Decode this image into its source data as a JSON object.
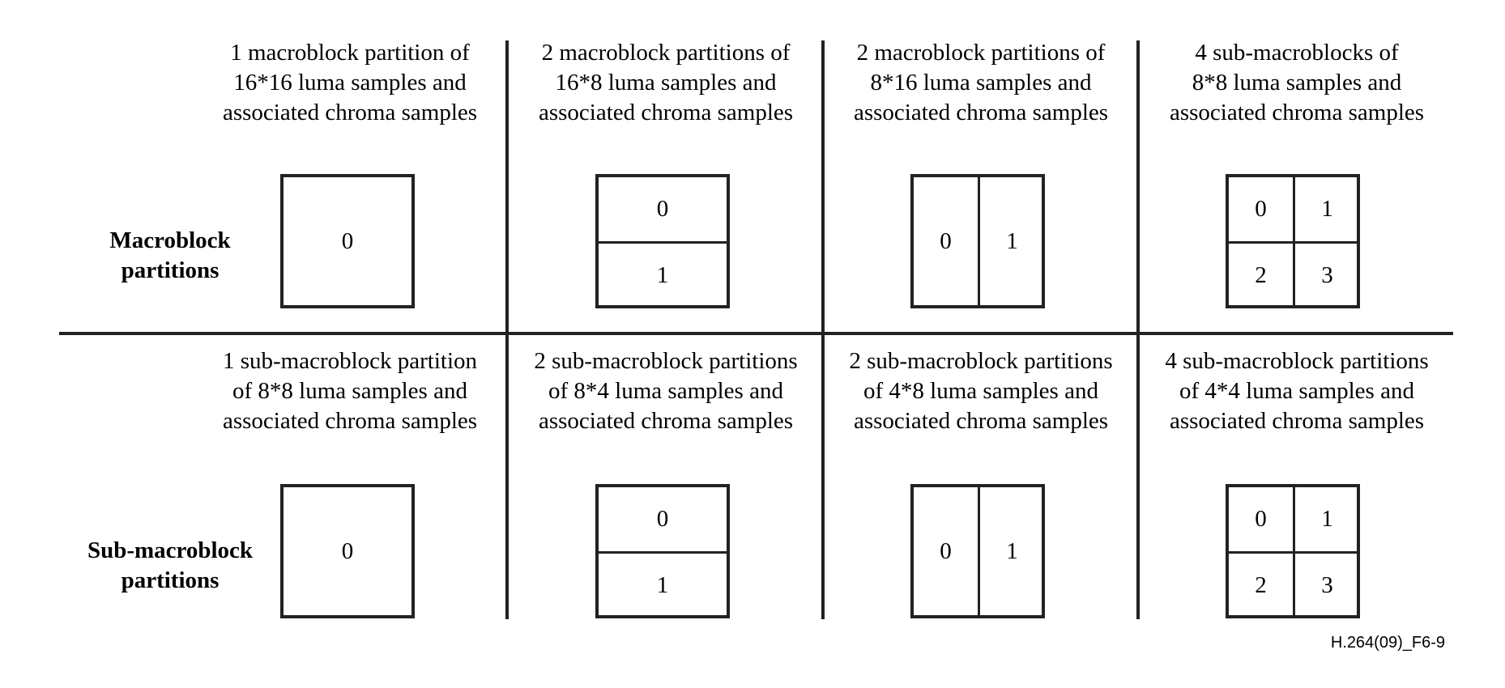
{
  "macroblock_row": {
    "label": [
      "Macroblock",
      "partitions"
    ],
    "columns": [
      {
        "caption": [
          "1 macroblock partition of",
          "16*16 luma samples and",
          "associated chroma samples"
        ],
        "cells": [
          "0"
        ]
      },
      {
        "caption": [
          "2 macroblock partitions of",
          "16*8 luma samples and",
          "associated chroma samples"
        ],
        "cells": [
          "0",
          "1"
        ]
      },
      {
        "caption": [
          "2 macroblock partitions of",
          "8*16 luma samples and",
          "associated chroma samples"
        ],
        "cells": [
          "0",
          "1"
        ]
      },
      {
        "caption": [
          "4 sub-macroblocks of",
          "8*8 luma samples and",
          "associated chroma samples"
        ],
        "cells": [
          "0",
          "1",
          "2",
          "3"
        ]
      }
    ]
  },
  "sub_macroblock_row": {
    "label": [
      "Sub-macroblock",
      "partitions"
    ],
    "columns": [
      {
        "caption": [
          "1 sub-macroblock partition",
          "of 8*8 luma samples and",
          "associated chroma samples"
        ],
        "cells": [
          "0"
        ]
      },
      {
        "caption": [
          "2 sub-macroblock partitions",
          "of 8*4 luma samples and",
          "associated chroma samples"
        ],
        "cells": [
          "0",
          "1"
        ]
      },
      {
        "caption": [
          "2 sub-macroblock partitions",
          "of 4*8 luma samples and",
          "associated chroma samples"
        ],
        "cells": [
          "0",
          "1"
        ]
      },
      {
        "caption": [
          "4 sub-macroblock partitions",
          "of 4*4 luma samples and",
          "associated chroma samples"
        ],
        "cells": [
          "0",
          "1",
          "2",
          "3"
        ]
      }
    ]
  },
  "figure_id": "H.264(09)_F6-9"
}
